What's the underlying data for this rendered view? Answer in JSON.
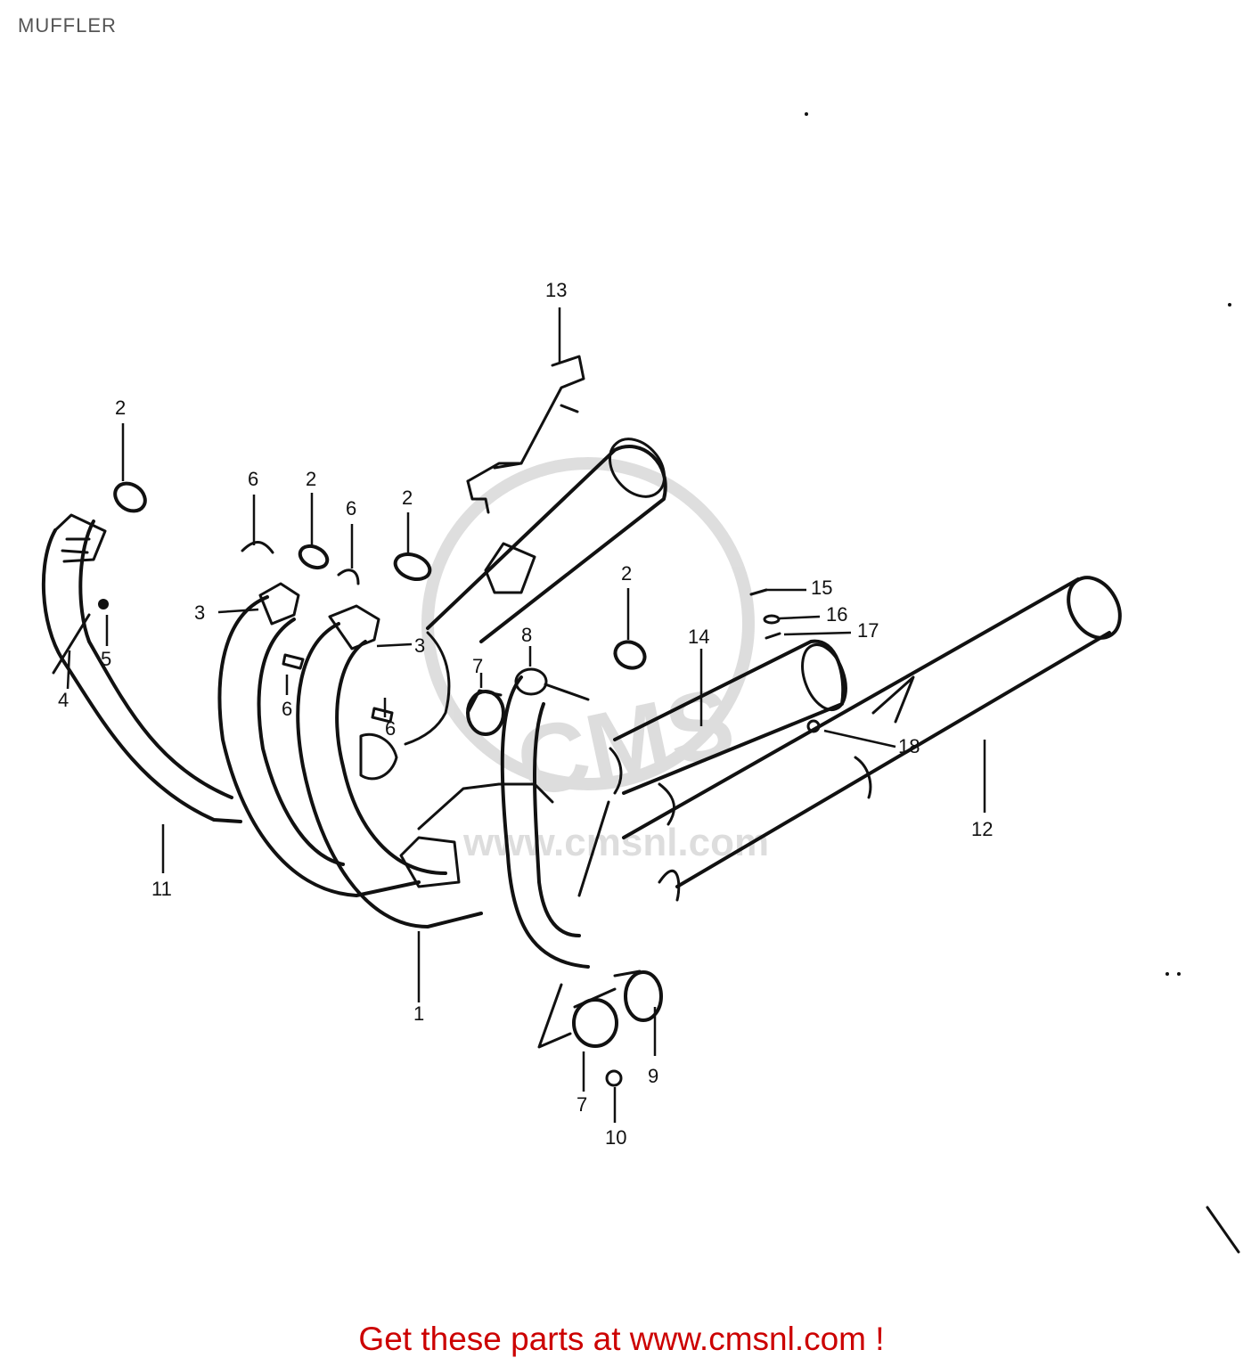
{
  "page": {
    "title": "MUFFLER"
  },
  "watermark": {
    "text": "www.cmsnl.com",
    "logo_text": "CMS"
  },
  "callouts": {
    "c1": "1",
    "c2a": "2",
    "c2b": "2",
    "c2c": "2",
    "c2d": "2",
    "c3a": "3",
    "c3b": "3",
    "c4": "4",
    "c5": "5",
    "c6a": "6",
    "c6b": "6",
    "c6c": "6",
    "c6d": "6",
    "c7a": "7",
    "c7b": "7",
    "c8": "8",
    "c9": "9",
    "c10": "10",
    "c11": "11",
    "c12": "12",
    "c13": "13",
    "c14": "14",
    "c15": "15",
    "c16": "16",
    "c17": "17",
    "c18": "18"
  },
  "footer": {
    "link_text": "Get these parts at www.cmsnl.com !",
    "color": "#cc0000"
  }
}
